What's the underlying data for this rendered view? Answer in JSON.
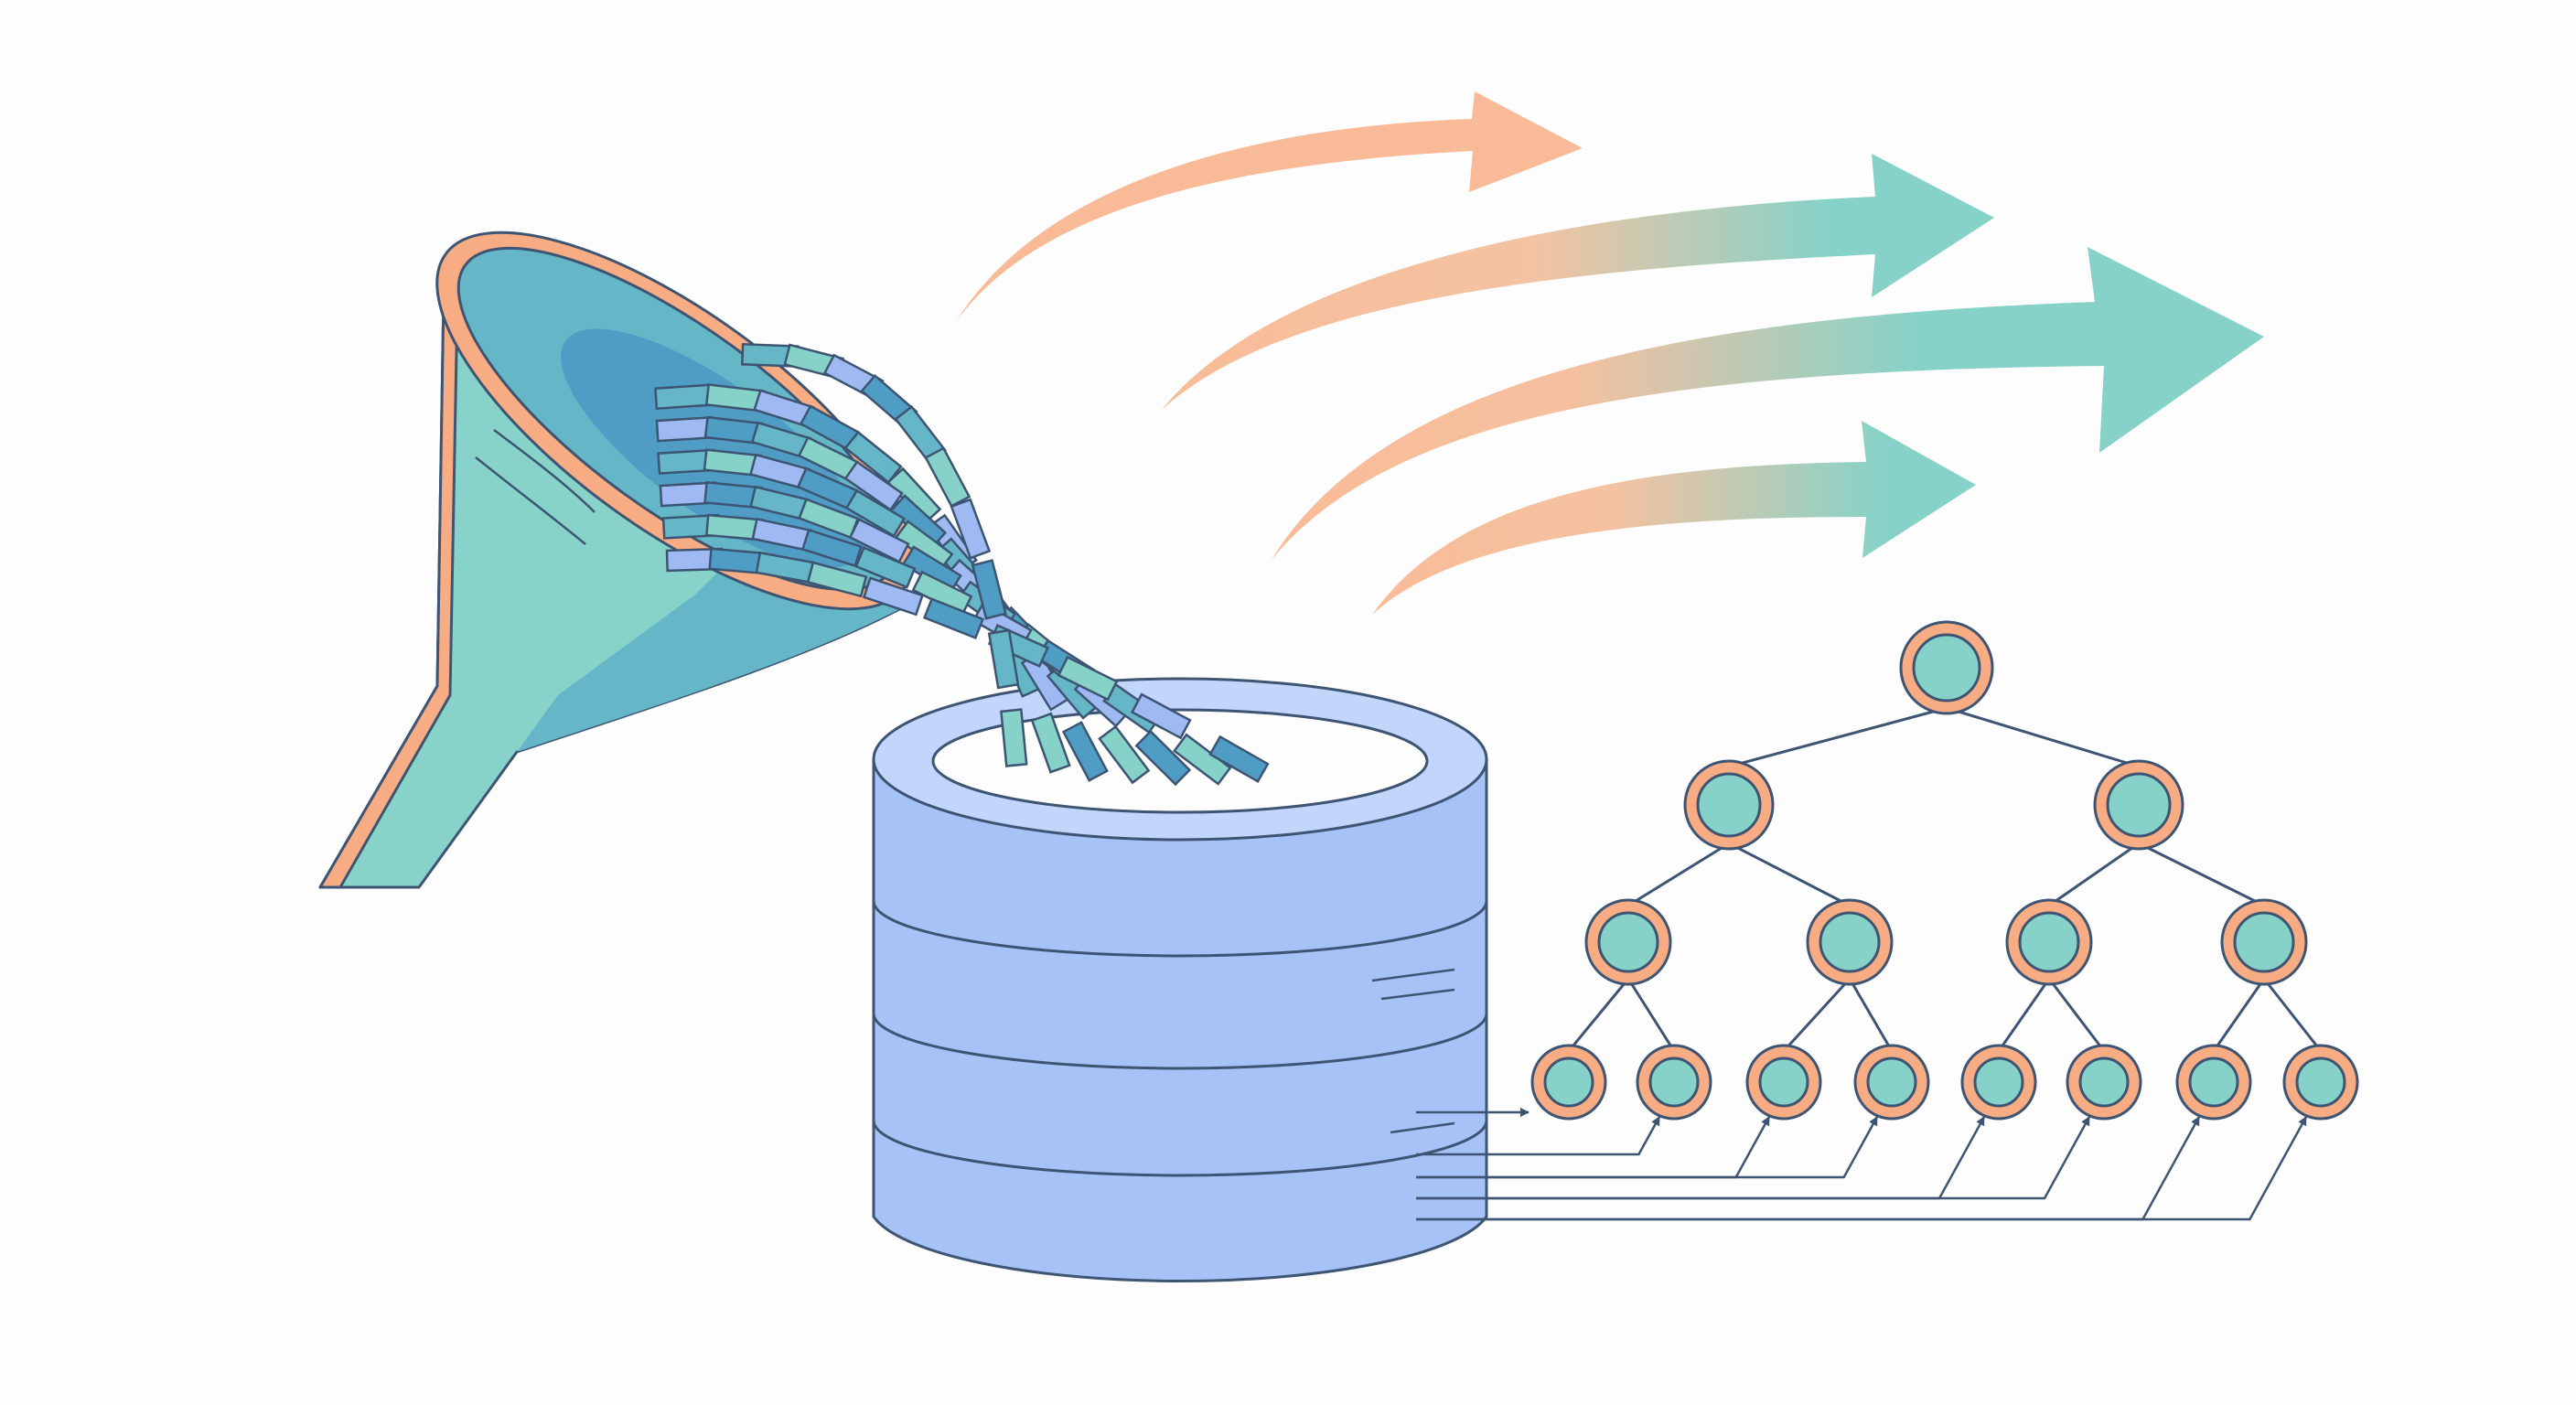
{
  "colors": {
    "background": "#fdfdfd",
    "outline": "#3d5573",
    "funnel_fill": "#88d3c9",
    "funnel_inner": "#65b7c8",
    "funnel_rim": "#f7ac83",
    "database_fill": "#a7c2f7",
    "database_side": "#c2d5fa",
    "node_ring": "#f7ac83",
    "node_fill": "#86d2c8",
    "arrow_orange": "#f9bb97",
    "arrow_teal": "#86d2c8",
    "block_palette": [
      "#65b7c8",
      "#86d2c8",
      "#9fbaf2",
      "#4f9cc5"
    ]
  },
  "icons": {
    "funnel": "funnel-icon",
    "data_blocks": "data-stream-icon",
    "database": "database-icon",
    "tree": "tree-hierarchy-icon",
    "arrows": "arrow-icon"
  },
  "tree": {
    "levels": [
      1,
      2,
      4,
      8
    ]
  },
  "arrow_count": 4
}
